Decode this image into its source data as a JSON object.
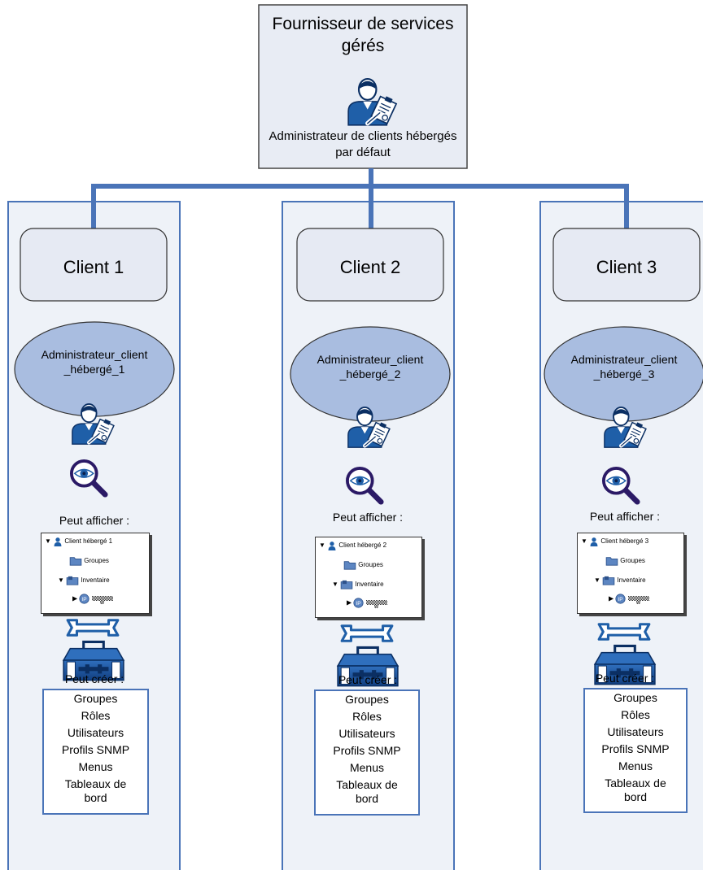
{
  "provider": {
    "title": "Fournisseur de services gérés",
    "admin_label": "Administrateur de clients hébergés par défaut",
    "icon": "admin-clipboard-icon"
  },
  "clients": [
    {
      "name": "Client 1",
      "admin": "Administrateur_client _hébergé_1",
      "can_view_label": "Peut afficher :",
      "tree": {
        "root": "Client hébergé 1",
        "groups": "Groupes",
        "inventory": "Inventaire"
      },
      "can_create_label": "Peut créer :",
      "can_create": [
        "Groupes",
        "Rôles",
        "Utilisateurs",
        "Profils SNMP",
        "Menus",
        "Tableaux de",
        "bord"
      ]
    },
    {
      "name": "Client 2",
      "admin": "Administrateur_client _hébergé_2",
      "can_view_label": "Peut afficher :",
      "tree": {
        "root": "Client hébergé 2",
        "groups": "Groupes",
        "inventory": "Inventaire"
      },
      "can_create_label": "Peut créer :",
      "can_create": [
        "Groupes",
        "Rôles",
        "Utilisateurs",
        "Profils SNMP",
        "Menus",
        "Tableaux de",
        "bord"
      ]
    },
    {
      "name": "Client 3",
      "admin": "Administrateur_client _hébergé_3",
      "can_view_label": "Peut afficher :",
      "tree": {
        "root": "Client hébergé 3",
        "groups": "Groupes",
        "inventory": "Inventaire"
      },
      "can_create_label": "Peut créer :",
      "can_create": [
        "Groupes",
        "Rôles",
        "Utilisateurs",
        "Profils SNMP",
        "Menus",
        "Tableaux de",
        "bord"
      ]
    }
  ],
  "colors": {
    "connector": "#4a74b8",
    "column_border": "#4a74b8",
    "column_fill": "#eef2f8",
    "provider_fill": "#e8ecf4",
    "client_box_fill": "#e6eaf3",
    "ellipse_fill": "#a9bde0",
    "icon_blue": "#1f5fa8"
  }
}
